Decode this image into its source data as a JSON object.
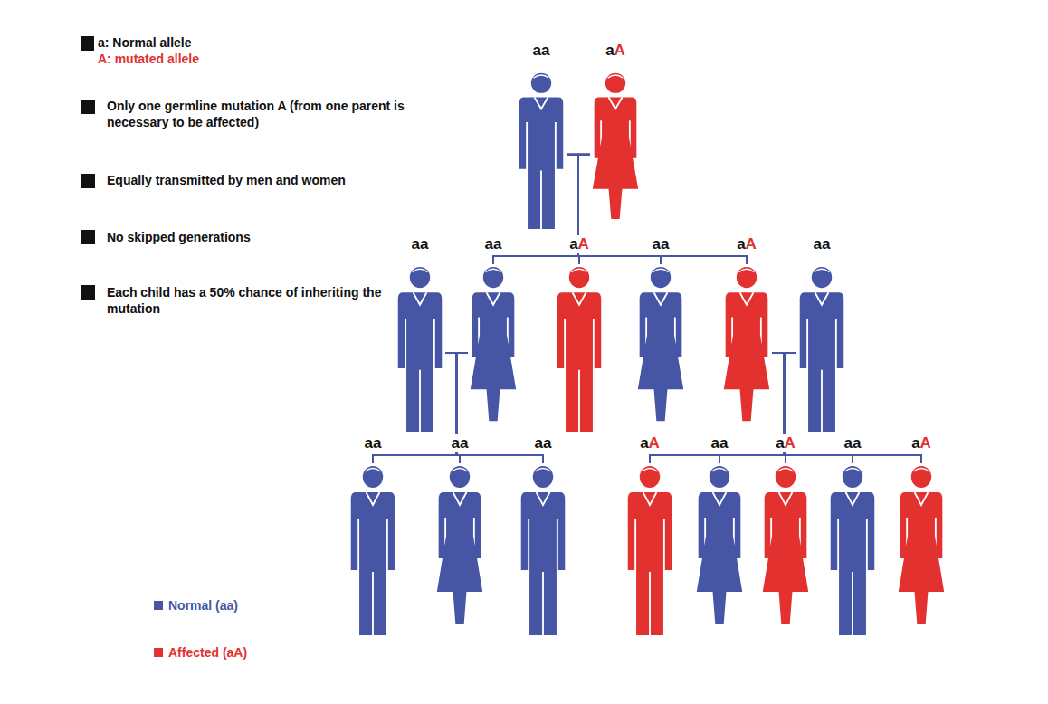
{
  "diagram": {
    "nodes": [
      {
        "text": [
          "aa"
        ]
      },
      {
        "text": [
          "aA"
        ]
      },
      {
        "text": [
          "aa"
        ]
      },
      {
        "text": [
          "aa"
        ]
      },
      {
        "text": [
          "aA"
        ]
      },
      {
        "text": [
          "aa"
        ]
      },
      {
        "text": [
          "aA"
        ]
      },
      {
        "text": [
          "aa"
        ]
      },
      {
        "text": [
          "aa"
        ]
      },
      {
        "text": [
          "aa"
        ]
      },
      {
        "text": [
          "aa"
        ]
      },
      {
        "text": [
          "aA"
        ]
      },
      {
        "text": [
          "aa"
        ]
      },
      {
        "text": [
          "aA"
        ]
      },
      {
        "text": [
          "aa"
        ]
      },
      {
        "text": [
          "aA"
        ]
      }
    ],
    "edges": [
      {
        "from": 0,
        "to": 1,
        "arrow": "none"
      },
      {
        "from": 0,
        "to": 3,
        "arrow": "none"
      },
      {
        "from": 1,
        "to": 3,
        "arrow": "none"
      },
      {
        "from": 0,
        "to": 4,
        "arrow": "none"
      },
      {
        "from": 1,
        "to": 4,
        "arrow": "none"
      },
      {
        "from": 0,
        "to": 5,
        "arrow": "none"
      },
      {
        "from": 1,
        "to": 5,
        "arrow": "none"
      },
      {
        "from": 0,
        "to": 6,
        "arrow": "none"
      },
      {
        "from": 1,
        "to": 6,
        "arrow": "none"
      },
      {
        "from": 2,
        "to": 3,
        "arrow": "none"
      },
      {
        "from": 2,
        "to": 8,
        "arrow": "none"
      },
      {
        "from": 3,
        "to": 8,
        "arrow": "none"
      },
      {
        "from": 2,
        "to": 9,
        "arrow": "none"
      },
      {
        "from": 3,
        "to": 9,
        "arrow": "none"
      },
      {
        "from": 2,
        "to": 10,
        "arrow": "none"
      },
      {
        "from": 3,
        "to": 10,
        "arrow": "none"
      },
      {
        "from": 6,
        "to": 7,
        "arrow": "none"
      },
      {
        "from": 6,
        "to": 11,
        "arrow": "none"
      },
      {
        "from": 7,
        "to": 11,
        "arrow": "none"
      },
      {
        "from": 6,
        "to": 12,
        "arrow": "none"
      },
      {
        "from": 7,
        "to": 12,
        "arrow": "none"
      },
      {
        "from": 6,
        "to": 13,
        "arrow": "none"
      },
      {
        "from": 7,
        "to": 13,
        "arrow": "none"
      },
      {
        "from": 6,
        "to": 14,
        "arrow": "none"
      },
      {
        "from": 7,
        "to": 14,
        "arrow": "none"
      },
      {
        "from": 6,
        "to": 15,
        "arrow": "none"
      },
      {
        "from": 7,
        "to": 15,
        "arrow": "none"
      }
    ],
    "labels": [
      "a: Normal allele",
      "A: mutated allele",
      "Only one germline mutation A (from one parent is necessary to be affected)",
      "Equally transmitted by men and women",
      "No skipped generations",
      "Each child has a 50% chance of inheriting the mutation"
    ],
    "legend": [
      {
        "text": "Normal (aa)",
        "color": "#4656a5"
      },
      {
        "text": "Affected (aA)",
        "color": "#e2312f"
      }
    ]
  }
}
